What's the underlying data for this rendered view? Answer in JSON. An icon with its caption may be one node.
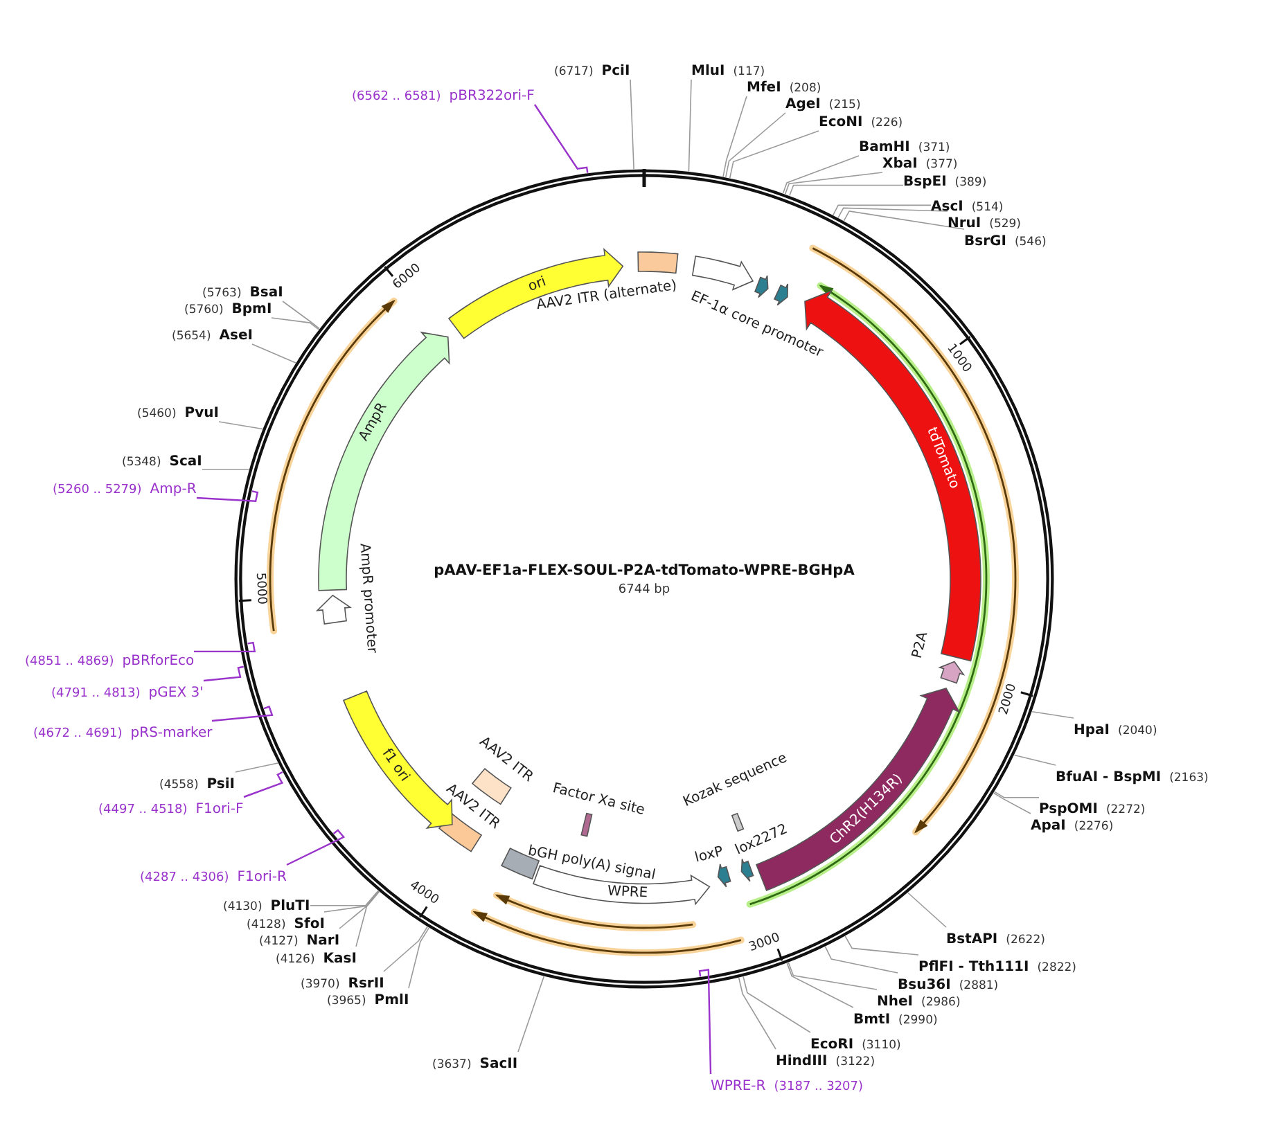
{
  "diagram": {
    "title": "pAAV-EF1a-FLEX-SOUL-P2A-tdTomato-WPRE-BGHpA",
    "nodes": [
      {
        "text": [
          "(6717)",
          "PciI"
        ]
      },
      {
        "text": [
          "(6562 .. 6581)",
          "pBR322ori-F"
        ]
      },
      {
        "text": [
          "MluI",
          "(117)"
        ]
      },
      {
        "text": [
          "MfeI",
          "(208)"
        ]
      },
      {
        "text": [
          "AgeI",
          "(215)"
        ]
      },
      {
        "text": [
          "EcoNI",
          "(226)"
        ]
      },
      {
        "text": [
          "BamHI",
          "(371)"
        ]
      },
      {
        "text": [
          "XbaI",
          "(377)"
        ]
      },
      {
        "text": [
          "BspEI",
          "(389)"
        ]
      },
      {
        "text": [
          "AscI",
          "(514)"
        ]
      },
      {
        "text": [
          "NruI",
          "(529)"
        ]
      },
      {
        "text": [
          "BsrGI",
          "(546)"
        ]
      },
      {
        "text": [
          "(5763)",
          "BsaI"
        ]
      },
      {
        "text": [
          "(5760)",
          "BpmI"
        ]
      },
      {
        "text": [
          "(5654)",
          "AseI"
        ]
      },
      {
        "text": [
          "(5460)",
          "PvuI"
        ]
      },
      {
        "text": [
          "(5348)",
          "ScaI"
        ]
      },
      {
        "text": [
          "(5260 .. 5279)",
          "Amp-R"
        ]
      },
      {
        "text": [
          "(4851 .. 4869)",
          "pBRforEco"
        ]
      },
      {
        "text": [
          "(4791 .. 4813)",
          "pGEX 3'"
        ]
      },
      {
        "text": [
          "(4672 .. 4691)",
          "pRS-marker"
        ]
      },
      {
        "text": [
          "HpaI",
          "(2040)"
        ]
      },
      {
        "text": [
          "BfuAI - BspMI",
          "(2163)"
        ]
      },
      {
        "text": [
          "(4558)",
          "PsiI"
        ]
      },
      {
        "text": [
          "PspOMI",
          "(2272)"
        ]
      },
      {
        "text": [
          "(4497 .. 4518)",
          "F1ori-F"
        ]
      },
      {
        "text": [
          "ApaI",
          "(2276)"
        ]
      },
      {
        "text": [
          "(4287 .. 4306)",
          "F1ori-R"
        ]
      },
      {
        "text": [
          "(4130)",
          "PluTI"
        ]
      },
      {
        "text": [
          "(4128)",
          "SfoI"
        ]
      },
      {
        "text": [
          "(4127)",
          "NarI"
        ]
      },
      {
        "text": [
          "BstAPI",
          "(2622)"
        ]
      },
      {
        "text": [
          "(4126)",
          "KasI"
        ]
      },
      {
        "text": [
          "PflFI - Tth111I",
          "(2822)"
        ]
      },
      {
        "text": [
          "Bsu36I",
          "(2881)"
        ]
      },
      {
        "text": [
          "(3970)",
          "RsrII"
        ]
      },
      {
        "text": [
          "NheI",
          "(2986)"
        ]
      },
      {
        "text": [
          "(3965)",
          "PmlI"
        ]
      },
      {
        "text": [
          "BmtI",
          "(2990)"
        ]
      },
      {
        "text": [
          "EcoRI",
          "(3110)"
        ]
      },
      {
        "text": [
          "HindIII",
          "(3122)"
        ]
      },
      {
        "text": [
          "(3637)",
          "SacII"
        ]
      },
      {
        "text": [
          "WPRE-R",
          "(3187 .. 3207)"
        ]
      },
      {
        "text": [
          "ori"
        ]
      },
      {
        "text": [
          "AAV2 ITR (alternate)"
        ]
      },
      {
        "text": [
          "EF-1α core promoter"
        ]
      },
      {
        "text": [],
        "shape": "arrow"
      },
      {
        "text": [],
        "shape": "arrow"
      },
      {
        "text": [
          "tdTomato"
        ]
      },
      {
        "text": [
          "P2A"
        ]
      },
      {
        "text": [
          "ChR2(H134R)"
        ]
      },
      {
        "text": [
          "AmpR"
        ]
      },
      {
        "text": [
          "AmpR promoter"
        ]
      },
      {
        "text": [
          "Kozak sequence"
        ]
      },
      {
        "text": [
          "Factor Xa site"
        ]
      },
      {
        "text": [
          "AAV2 ITR"
        ]
      },
      {
        "text": [
          "lox2272"
        ]
      },
      {
        "text": [
          "loxP"
        ]
      },
      {
        "text": [
          "AAV2 ITR"
        ]
      },
      {
        "text": [
          "f1 ori"
        ]
      },
      {
        "text": [
          "bGH poly(A) signal"
        ]
      },
      {
        "text": [
          "WPRE"
        ]
      }
    ],
    "edges": [
      {
        "from": 0,
        "to": null,
        "arrow": "none"
      },
      {
        "from": 1,
        "to": null,
        "arrow": "none",
        "color": "#9933cc"
      },
      {
        "from": 2,
        "to": null,
        "arrow": "none"
      },
      {
        "from": 3,
        "to": null,
        "arrow": "none"
      },
      {
        "from": 4,
        "to": null,
        "arrow": "none"
      },
      {
        "from": 5,
        "to": null,
        "arrow": "none"
      },
      {
        "from": 6,
        "to": null,
        "arrow": "none"
      },
      {
        "from": 7,
        "to": null,
        "arrow": "none"
      },
      {
        "from": 8,
        "to": null,
        "arrow": "none"
      },
      {
        "from": 9,
        "to": null,
        "arrow": "none"
      },
      {
        "from": 10,
        "to": null,
        "arrow": "none"
      },
      {
        "from": 11,
        "to": null,
        "arrow": "none"
      },
      {
        "from": 12,
        "to": null,
        "arrow": "none"
      },
      {
        "from": 13,
        "to": null,
        "arrow": "none"
      },
      {
        "from": 14,
        "to": null,
        "arrow": "none"
      },
      {
        "from": 15,
        "to": null,
        "arrow": "none"
      },
      {
        "from": 16,
        "to": null,
        "arrow": "none"
      },
      {
        "from": 17,
        "to": null,
        "arrow": "none",
        "color": "#9933cc"
      },
      {
        "from": 18,
        "to": null,
        "arrow": "none",
        "color": "#9933cc"
      },
      {
        "from": 19,
        "to": null,
        "arrow": "none",
        "color": "#9933cc"
      },
      {
        "from": 20,
        "to": null,
        "arrow": "none",
        "color": "#9933cc"
      },
      {
        "from": 21,
        "to": null,
        "arrow": "none"
      },
      {
        "from": 22,
        "to": null,
        "arrow": "none"
      },
      {
        "from": 23,
        "to": null,
        "arrow": "none"
      },
      {
        "from": 24,
        "to": null,
        "arrow": "none"
      },
      {
        "from": 25,
        "to": null,
        "arrow": "none",
        "color": "#9933cc"
      },
      {
        "from": 26,
        "to": null,
        "arrow": "none"
      },
      {
        "from": 27,
        "to": null,
        "arrow": "none",
        "color": "#9933cc"
      },
      {
        "from": 28,
        "to": null,
        "arrow": "none"
      },
      {
        "from": 29,
        "to": null,
        "arrow": "none"
      },
      {
        "from": 30,
        "to": null,
        "arrow": "none"
      },
      {
        "from": 31,
        "to": null,
        "arrow": "none"
      },
      {
        "from": 32,
        "to": null,
        "arrow": "none"
      },
      {
        "from": 33,
        "to": null,
        "arrow": "none"
      },
      {
        "from": 34,
        "to": null,
        "arrow": "none"
      },
      {
        "from": 35,
        "to": null,
        "arrow": "none"
      },
      {
        "from": 36,
        "to": null,
        "arrow": "none"
      },
      {
        "from": 37,
        "to": null,
        "arrow": "none"
      },
      {
        "from": 38,
        "to": null,
        "arrow": "none"
      },
      {
        "from": 39,
        "to": null,
        "arrow": "none"
      },
      {
        "from": 40,
        "to": null,
        "arrow": "none"
      },
      {
        "from": 41,
        "to": null,
        "arrow": "none"
      },
      {
        "from": 42,
        "to": null,
        "arrow": "none",
        "color": "#9933cc"
      }
    ],
    "labels": [
      "6744 bp",
      "6000",
      "1000",
      "5000",
      "2000",
      "4000",
      "3000"
    ]
  }
}
